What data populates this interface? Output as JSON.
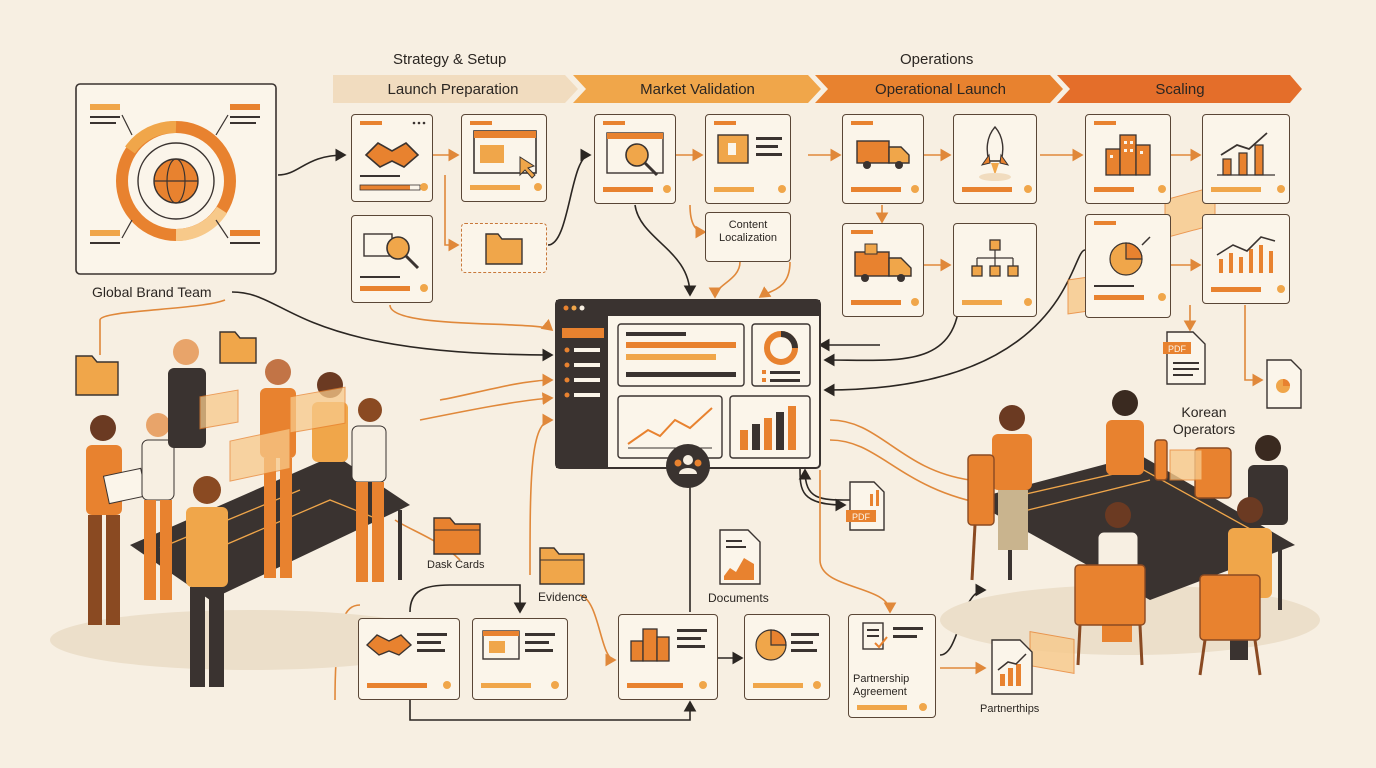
{
  "phase_groups": {
    "group_1": "Strategy & Setup",
    "group_2": "Operations"
  },
  "stages": [
    {
      "label": "Launch Preparation",
      "color": "#f1dcbf"
    },
    {
      "label": "Market Validation",
      "color": "#f0a64a"
    },
    {
      "label": "Operational Launch",
      "color": "#e8822f"
    },
    {
      "label": "Scaling",
      "color": "#e46e2a"
    }
  ],
  "teams": {
    "global": "Global Brand Team",
    "korean": "Korean Operators"
  },
  "cards": {
    "content_localization": "Content Localization",
    "partnership_agreement": "Partnership Agreement"
  },
  "files": {
    "dask_cards": "Dask Cards",
    "evidence": "Evidence",
    "documents": "Documents",
    "partnerthips": "Partnerthips",
    "pdf_badge": "PDF"
  },
  "colors": {
    "background": "#f7efe2",
    "accent": "#e8822f",
    "accent_light": "#f0a64a",
    "dark": "#3a3330",
    "outline": "#5a4636"
  },
  "icons": [
    "handshake-icon",
    "browser-cursor-icon",
    "folder-icon",
    "magnifier-icon",
    "document-tag-icon",
    "truck-icon",
    "rocket-icon",
    "hierarchy-icon",
    "building-icon",
    "bar-chart-icon",
    "pie-chart-icon",
    "line-chart-icon",
    "pdf-file-icon",
    "globe-icon",
    "people-hub-icon"
  ]
}
